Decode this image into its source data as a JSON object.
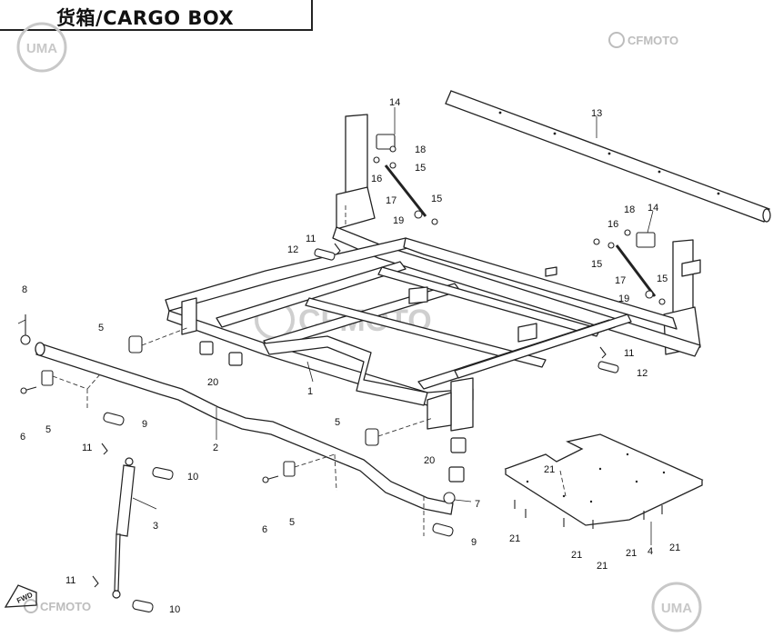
{
  "title": "货箱/CARGO BOX",
  "watermarks": {
    "uma": "UMA",
    "cfmoto": "CFMOTO"
  },
  "fwd_label": "FWD",
  "callouts": [
    {
      "id": "c1",
      "text": "1"
    },
    {
      "id": "c2",
      "text": "2"
    },
    {
      "id": "c3",
      "text": "3"
    },
    {
      "id": "c4",
      "text": "4"
    },
    {
      "id": "c5a",
      "text": "5"
    },
    {
      "id": "c5b",
      "text": "5"
    },
    {
      "id": "c5c",
      "text": "5"
    },
    {
      "id": "c5d",
      "text": "5"
    },
    {
      "id": "c6a",
      "text": "6"
    },
    {
      "id": "c6b",
      "text": "6"
    },
    {
      "id": "c7",
      "text": "7"
    },
    {
      "id": "c8",
      "text": "8"
    },
    {
      "id": "c9a",
      "text": "9"
    },
    {
      "id": "c9b",
      "text": "9"
    },
    {
      "id": "c10a",
      "text": "10"
    },
    {
      "id": "c10b",
      "text": "10"
    },
    {
      "id": "c11a",
      "text": "11"
    },
    {
      "id": "c11b",
      "text": "11"
    },
    {
      "id": "c11c",
      "text": "11"
    },
    {
      "id": "c11d",
      "text": "11"
    },
    {
      "id": "c12a",
      "text": "12"
    },
    {
      "id": "c12b",
      "text": "12"
    },
    {
      "id": "c13",
      "text": "13"
    },
    {
      "id": "c14a",
      "text": "14"
    },
    {
      "id": "c14b",
      "text": "14"
    },
    {
      "id": "c15a",
      "text": "15"
    },
    {
      "id": "c15b",
      "text": "15"
    },
    {
      "id": "c15c",
      "text": "15"
    },
    {
      "id": "c15d",
      "text": "15"
    },
    {
      "id": "c16a",
      "text": "16"
    },
    {
      "id": "c16b",
      "text": "16"
    },
    {
      "id": "c17a",
      "text": "17"
    },
    {
      "id": "c17b",
      "text": "17"
    },
    {
      "id": "c18a",
      "text": "18"
    },
    {
      "id": "c18b",
      "text": "18"
    },
    {
      "id": "c19a",
      "text": "19"
    },
    {
      "id": "c19b",
      "text": "19"
    },
    {
      "id": "c20a",
      "text": "20"
    },
    {
      "id": "c20b",
      "text": "20"
    },
    {
      "id": "c21a",
      "text": "21"
    },
    {
      "id": "c21b",
      "text": "21"
    },
    {
      "id": "c21c",
      "text": "21"
    },
    {
      "id": "c21d",
      "text": "21"
    },
    {
      "id": "c21e",
      "text": "21"
    },
    {
      "id": "c21f",
      "text": "21"
    }
  ]
}
